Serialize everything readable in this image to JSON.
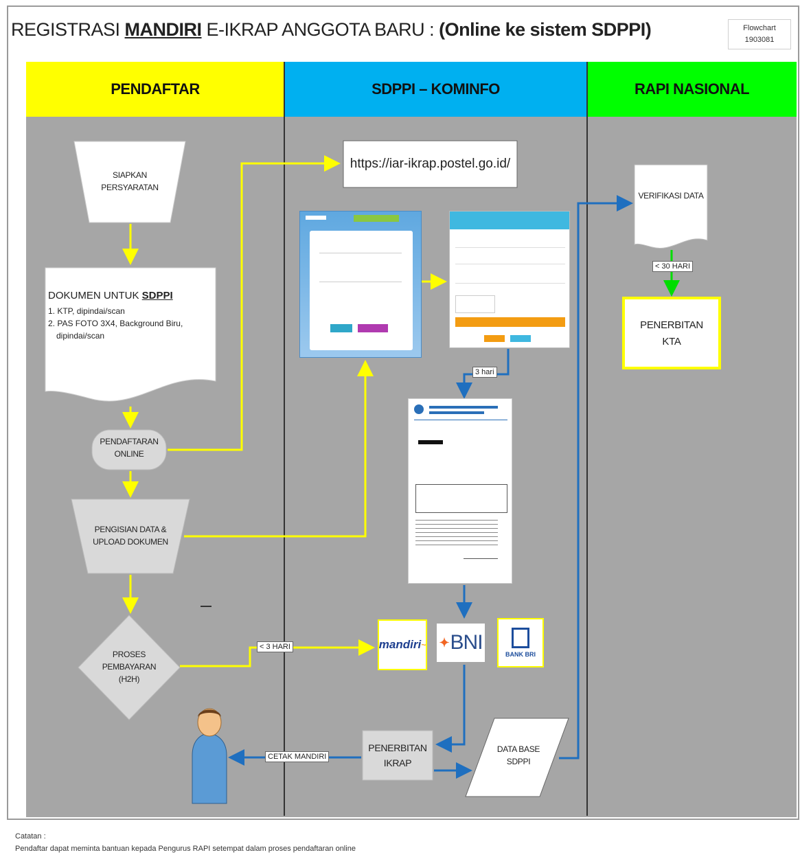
{
  "header": {
    "title_prefix": "REGISTRASI ",
    "title_bold1": "MANDIRI",
    "title_mid": " E-IKRAP ANGGOTA BARU : ",
    "title_bold2": "(Online ke sistem SDPPI)",
    "flowchart_label": "Flowchart",
    "flowchart_code": "1903081"
  },
  "lanes": {
    "pendaftar": "PENDAFTAR",
    "sdppi": "SDPPI – KOMINFO",
    "rapi": "RAPI NASIONAL"
  },
  "colors": {
    "yellow": "#ffff00",
    "blue": "#00b0f0",
    "green": "#00ff00",
    "lane_gray": "#a6a6a6",
    "arrow_yellow": "#ffff00",
    "arrow_blue": "#1f6fbf"
  },
  "nodes": {
    "siapkan_1": "SIAPKAN",
    "siapkan_2": "PERSYARATAN",
    "dokumen_title_1": "DOKUMEN UNTUK ",
    "dokumen_title_2": "SDPPI",
    "dokumen_item1": "1. KTP, dipindai/scan",
    "dokumen_item2a": "2. PAS FOTO 3X4, Background Biru,",
    "dokumen_item2b": "dipindai/scan",
    "pendaftaran_1": "PENDAFTARAN",
    "pendaftaran_2": "ONLINE",
    "pengisian_1": "PENGISIAN DATA &",
    "pengisian_2": "UPLOAD DOKUMEN",
    "proses_1": "PROSES",
    "proses_2": "PEMBAYARAN",
    "proses_3": "(H2H)",
    "url": "https://iar-ikrap.postel.go.id/",
    "penerbitan_ikrap_1": "PENERBITAN",
    "penerbitan_ikrap_2": "IKRAP",
    "database_1": "DATA BASE",
    "database_2": "SDPPI",
    "verifikasi": "VERIFIKASI DATA",
    "penerbitan_kta_1": "PENERBITAN",
    "penerbitan_kta_2": "KTA"
  },
  "labels": {
    "hari_3": "3 hari",
    "hari_payment": "< 3 HARI",
    "hari_30": "< 30 HARI",
    "cetak": "CETAK MANDIRI"
  },
  "banks": {
    "mandiri": "mandiri",
    "bni": "BNI",
    "bri": "BANK BRI"
  },
  "note": {
    "heading": "Catatan :",
    "text": "Pendaftar dapat meminta bantuan kepada Pengurus RAPI setempat dalam proses pendaftaran online"
  }
}
